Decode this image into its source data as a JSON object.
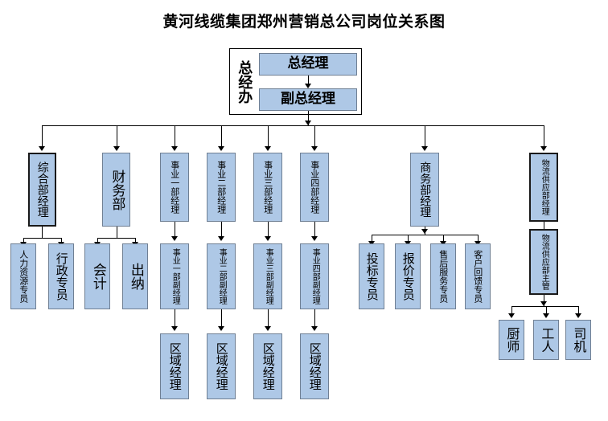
{
  "title": "黄河线缆集团郑州营销总公司岗位关系图",
  "executive_office": {
    "frame_label": "总经办",
    "general_manager": "总经理",
    "deputy_general_manager": "副总经理"
  },
  "departments": {
    "general_affairs": {
      "manager": "综合部经理",
      "staff": [
        "人力资源专员",
        "行政专员"
      ]
    },
    "finance": {
      "manager": "财务部",
      "staff": [
        "会计",
        "出纳"
      ]
    },
    "business_units": [
      {
        "manager": "事业一部经理",
        "deputy": "事业一部副经理",
        "regional": "区域经理"
      },
      {
        "manager": "事业二部经理",
        "deputy": "事业二部副经理",
        "regional": "区域经理"
      },
      {
        "manager": "事业三部经理",
        "deputy": "事业三部副经理",
        "regional": "区域经理"
      },
      {
        "manager": "事业四部经理",
        "deputy": "事业四部副经理",
        "regional": "区域经理"
      }
    ],
    "commerce": {
      "manager": "商务部经理",
      "staff": [
        "投标专员",
        "报价专员",
        "售后服务专员",
        "客户回馈专员"
      ]
    },
    "logistics": {
      "manager": "物流供应部经理",
      "supervisor": "物流供应部主管",
      "staff": [
        "厨师",
        "工人",
        "司机"
      ]
    }
  },
  "colors": {
    "node_fill": "#aec8e6",
    "node_border": "#6f7f93",
    "heavy_border": "#1a1a1a",
    "line": "#000000",
    "text": "#000000",
    "background": "#ffffff"
  }
}
